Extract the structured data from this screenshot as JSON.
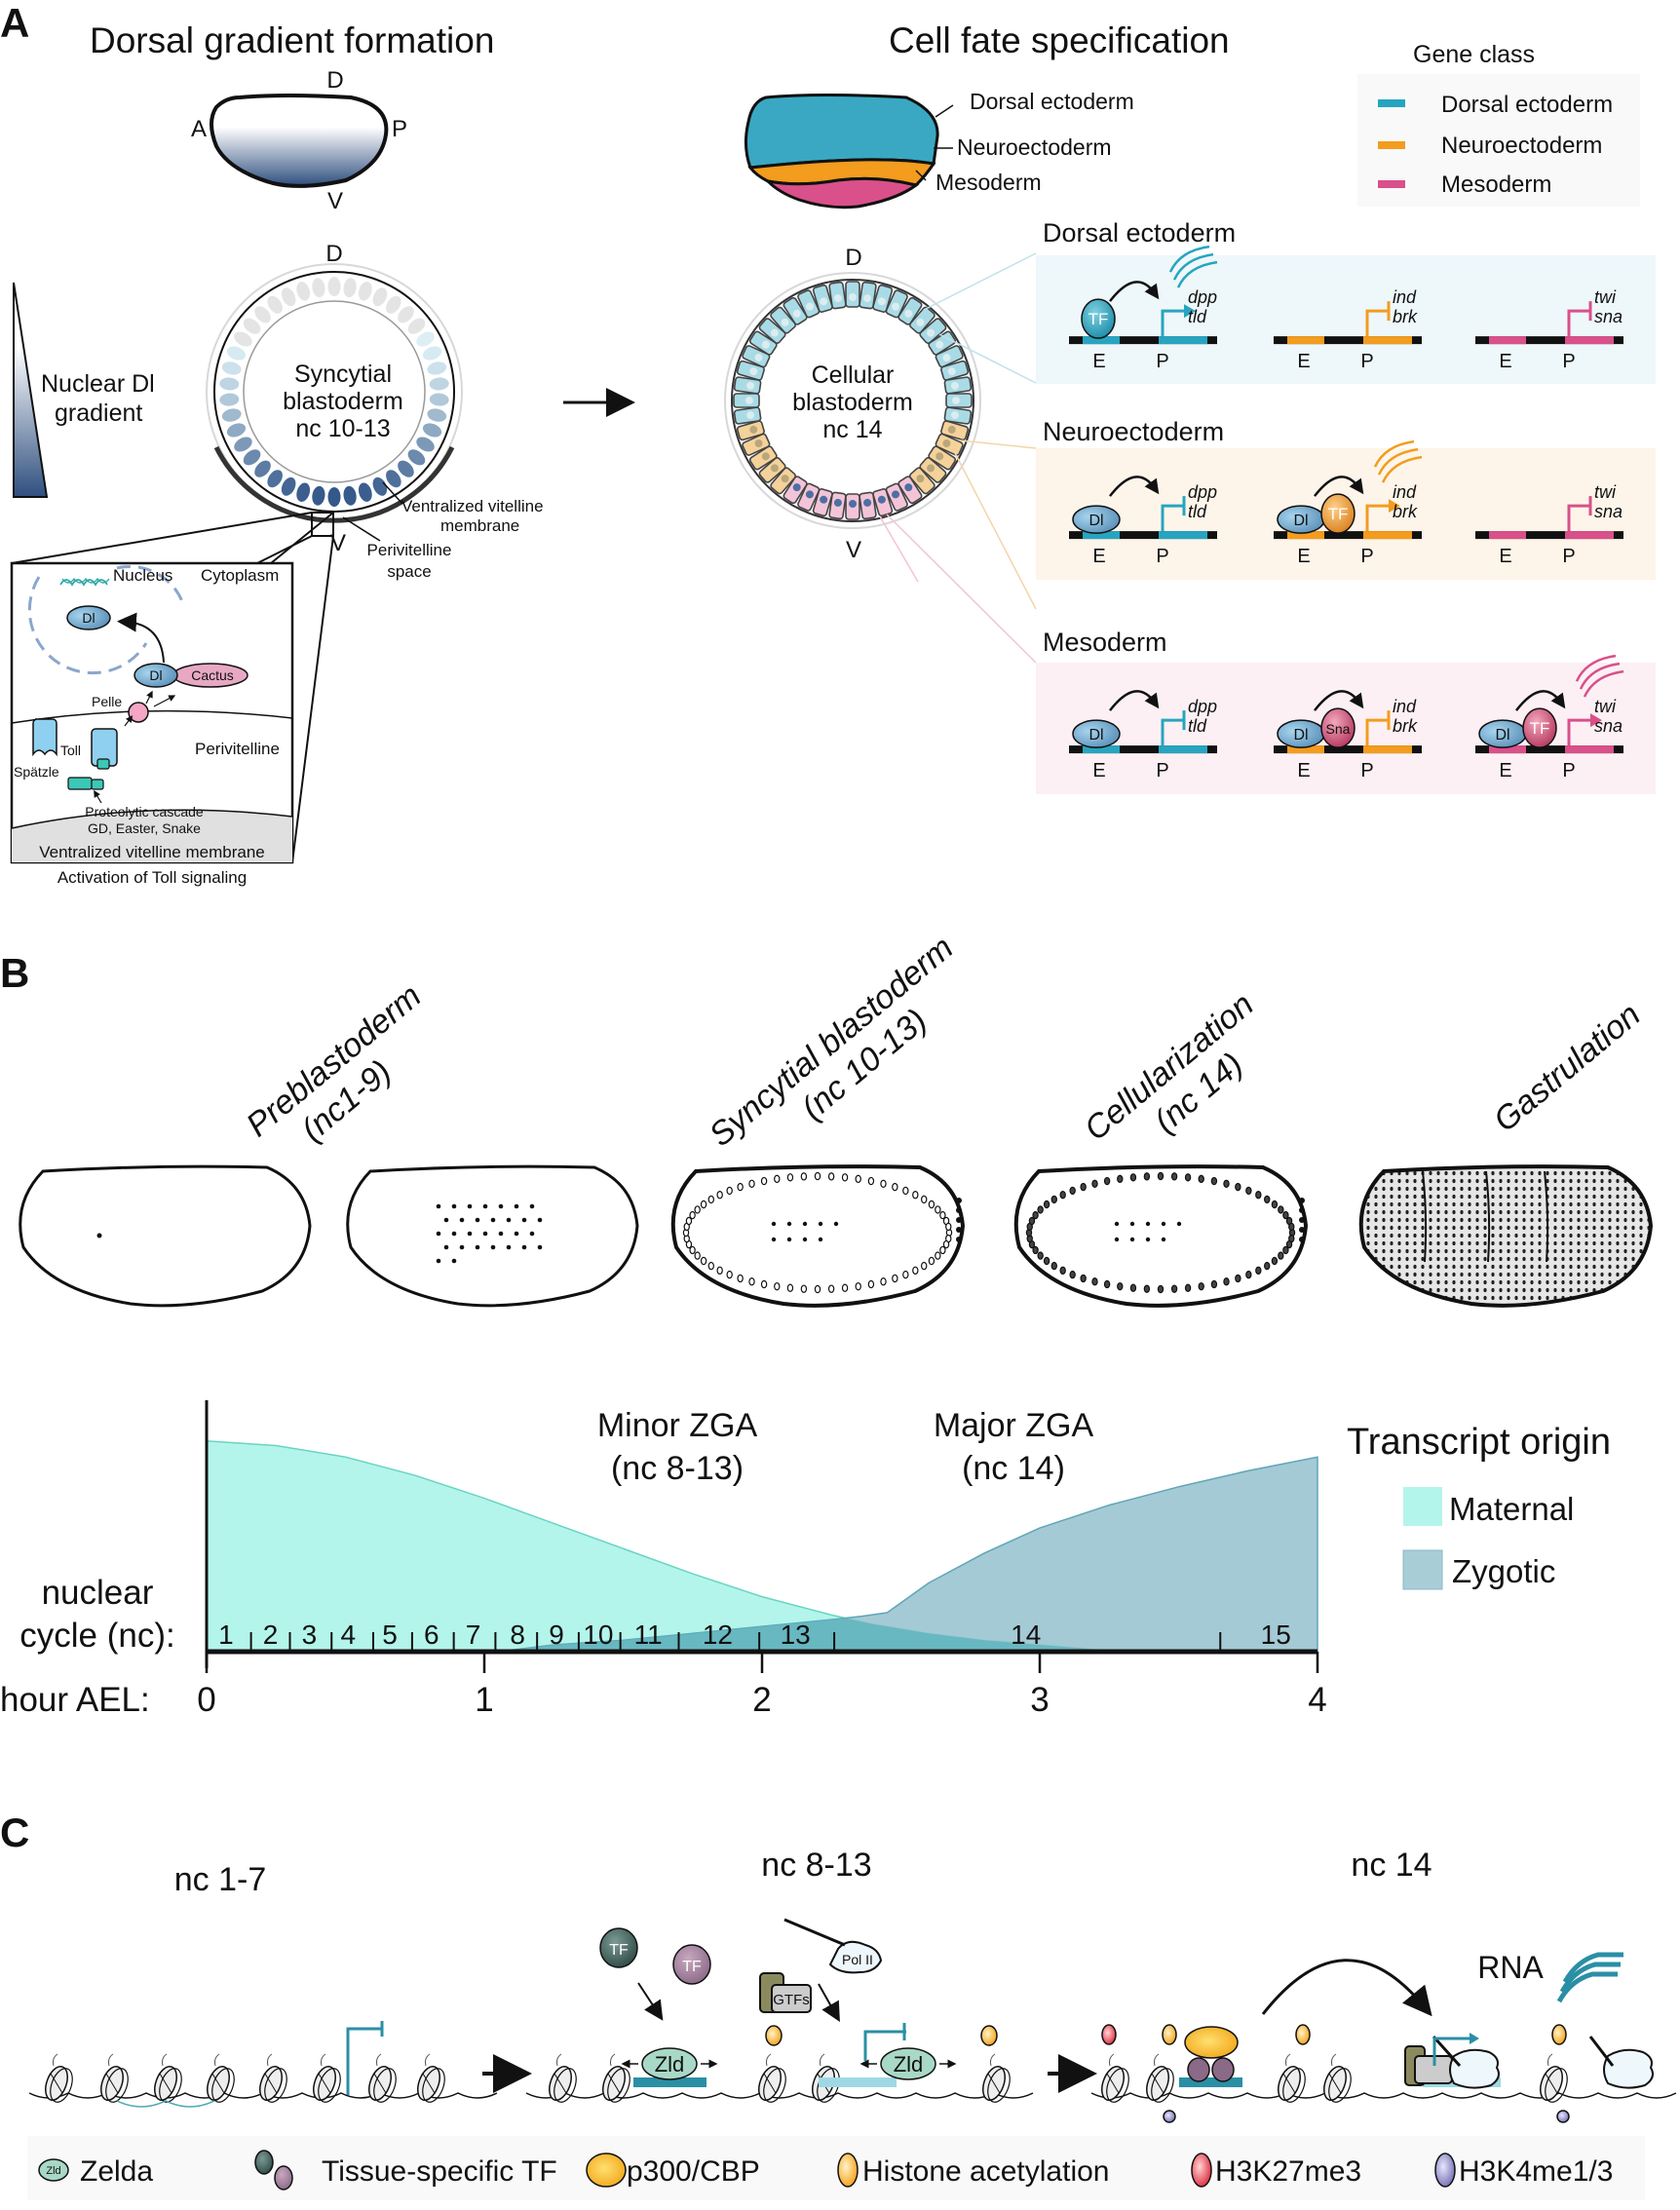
{
  "colors": {
    "dorsal_ectoderm": "#27a5c0",
    "neuroectoderm": "#f39c1e",
    "mesoderm": "#d9508a",
    "maternal": "#b3f5eb",
    "zygotic": "#9ac4d0",
    "overlap": "#5fb5bd",
    "dl_protein": "#6aaed6",
    "cactus": "#e7a9c4",
    "toll": "#8fd0f0",
    "spatzle": "#3cc7b6",
    "box_de": "#eef7fa",
    "box_ne": "#fdf5ea",
    "box_me": "#fcf0f4",
    "zelda": "#a8d8c6",
    "p300": "#f6b82b",
    "acetyl": "#f8b63a",
    "h3k27": "#e34d5b",
    "h3k4": "#8f8cc6"
  },
  "panelA": {
    "letter": "A",
    "left_title": "Dorsal gradient formation",
    "right_title": "Cell fate specification",
    "axes": {
      "d": "D",
      "v": "V",
      "a": "A",
      "p": "P"
    },
    "gradient_label": [
      "Nuclear Dl",
      "gradient"
    ],
    "syncytial_label": [
      "Syncytial",
      "blastoderm",
      "nc 10-13"
    ],
    "cellular_label": [
      "Cellular",
      "blastoderm",
      "nc 14"
    ],
    "vitelline_label": [
      "Ventralized vitelline",
      "membrane"
    ],
    "perivitelline_label": [
      "Perivitelline",
      "space"
    ],
    "embryo_labels": {
      "de": "Dorsal ectoderm",
      "ne": "Neuroectoderm",
      "me": "Mesoderm"
    },
    "inset": {
      "nucleus": "Nucleus",
      "cytoplasm": "Cytoplasm",
      "dl": "Dl",
      "cactus": "Cactus",
      "pelle": "Pelle",
      "toll": "Toll",
      "spatzle": "Spätzle",
      "perivitelline": "Perivitelline",
      "cascade": [
        "Proteolytic cascade",
        "GD, Easter, Snake"
      ],
      "membrane": "Ventralized vitelline membrane",
      "caption": "Activation of Toll signaling"
    },
    "legend": {
      "title": "Gene class",
      "items": [
        {
          "label": "Dorsal ectoderm",
          "color_key": "dorsal_ectoderm"
        },
        {
          "label": "Neuroectoderm",
          "color_key": "neuroectoderm"
        },
        {
          "label": "Mesoderm",
          "color_key": "mesoderm"
        }
      ]
    },
    "tissues": [
      {
        "title": "Dorsal ectoderm",
        "genes": [
          {
            "names": [
              "dpp",
              "tld"
            ],
            "class": "dorsal_ectoderm",
            "state": "active",
            "factors": [
              "TF"
            ]
          },
          {
            "names": [
              "ind",
              "brk"
            ],
            "class": "neuroectoderm",
            "state": "repressed",
            "factors": []
          },
          {
            "names": [
              "twi",
              "sna"
            ],
            "class": "mesoderm",
            "state": "repressed",
            "factors": []
          }
        ]
      },
      {
        "title": "Neuroectoderm",
        "genes": [
          {
            "names": [
              "dpp",
              "tld"
            ],
            "class": "dorsal_ectoderm",
            "state": "repressed",
            "factors": [
              "Dl"
            ]
          },
          {
            "names": [
              "ind",
              "brk"
            ],
            "class": "neuroectoderm",
            "state": "active",
            "factors": [
              "Dl",
              "TF"
            ]
          },
          {
            "names": [
              "twi",
              "sna"
            ],
            "class": "mesoderm",
            "state": "repressed",
            "factors": []
          }
        ]
      },
      {
        "title": "Mesoderm",
        "genes": [
          {
            "names": [
              "dpp",
              "tld"
            ],
            "class": "dorsal_ectoderm",
            "state": "repressed",
            "factors": [
              "Dl"
            ]
          },
          {
            "names": [
              "ind",
              "brk"
            ],
            "class": "neuroectoderm",
            "state": "repressed",
            "factors": [
              "Dl",
              "Sna"
            ]
          },
          {
            "names": [
              "twi",
              "sna"
            ],
            "class": "mesoderm",
            "state": "active",
            "factors": [
              "Dl",
              "TF"
            ]
          }
        ]
      }
    ],
    "enhancer_label": "E",
    "promoter_label": "P"
  },
  "panelB": {
    "letter": "B",
    "stages": [
      {
        "label": [
          "Preblastoderm",
          "(nc1-9)"
        ]
      },
      {
        "label": [
          "Syncytial blastoderm",
          "(nc 10-13)"
        ]
      },
      {
        "label": [
          "Cellularization",
          "(nc 14)"
        ]
      },
      {
        "label": [
          "Gastrulation"
        ]
      }
    ],
    "chart_data": {
      "type": "area",
      "title": "",
      "annotations": [
        {
          "text": [
            "Minor ZGA",
            "(nc 8-13)"
          ],
          "x_hours": 1.7
        },
        {
          "text": [
            "Major ZGA",
            "(nc 14)"
          ],
          "x_hours": 2.9
        }
      ],
      "xlabel": "hour AEL:",
      "x_ticks": [
        0,
        1,
        2,
        3,
        4
      ],
      "xlim": [
        0,
        4
      ],
      "ylim": [
        0,
        1
      ],
      "nc_axis_label": [
        "nuclear",
        "cycle (nc):"
      ],
      "nc_labels": [
        {
          "nc": "1",
          "x": 0.07
        },
        {
          "nc": "2",
          "x": 0.23
        },
        {
          "nc": "3",
          "x": 0.37
        },
        {
          "nc": "4",
          "x": 0.51
        },
        {
          "nc": "5",
          "x": 0.66
        },
        {
          "nc": "6",
          "x": 0.81
        },
        {
          "nc": "7",
          "x": 0.96
        },
        {
          "nc": "8",
          "x": 1.12
        },
        {
          "nc": "9",
          "x": 1.26
        },
        {
          "nc": "10",
          "x": 1.41
        },
        {
          "nc": "11",
          "x": 1.59
        },
        {
          "nc": "12",
          "x": 1.84
        },
        {
          "nc": "13",
          "x": 2.12
        },
        {
          "nc": "14",
          "x": 2.95
        },
        {
          "nc": "15",
          "x": 3.85
        }
      ],
      "nc_ticks": [
        0.16,
        0.3,
        0.45,
        0.6,
        0.74,
        0.89,
        1.04,
        1.19,
        1.34,
        1.49,
        1.7,
        1.99,
        2.26,
        3.65
      ],
      "legend": {
        "title": "Transcript origin",
        "placement": "right"
      },
      "series": [
        {
          "name": "Maternal",
          "color_key": "maternal",
          "x": [
            0,
            0.25,
            0.5,
            0.75,
            1.0,
            1.25,
            1.5,
            1.75,
            2.0,
            2.25,
            2.4,
            2.6,
            2.8,
            3.0,
            3.2,
            3.4
          ],
          "y": [
            0.92,
            0.9,
            0.85,
            0.77,
            0.67,
            0.56,
            0.45,
            0.34,
            0.24,
            0.16,
            0.12,
            0.08,
            0.05,
            0.03,
            0.01,
            0.0
          ]
        },
        {
          "name": "Zygotic",
          "color_key": "zygotic",
          "x": [
            1.05,
            1.25,
            1.5,
            1.75,
            2.0,
            2.25,
            2.36,
            2.45,
            2.6,
            2.8,
            3.0,
            3.25,
            3.5,
            3.75,
            4.0
          ],
          "y": [
            0.0,
            0.03,
            0.05,
            0.08,
            0.11,
            0.14,
            0.155,
            0.17,
            0.3,
            0.43,
            0.54,
            0.64,
            0.72,
            0.79,
            0.85
          ]
        }
      ]
    }
  },
  "panelC": {
    "letter": "C",
    "stages": [
      "nc 1-7",
      "nc 8-13",
      "nc 14"
    ],
    "tf_label": "TF",
    "zld_label": "Zld",
    "polii_label": "Pol II",
    "gtf_label": "GTFs",
    "rna_label": "RNA",
    "legend": [
      {
        "label": "Zelda",
        "icon": "zelda-icon"
      },
      {
        "label": "Tissue-specific TF",
        "icon": "tf-icon"
      },
      {
        "label": "p300/CBP",
        "icon": "p300-icon"
      },
      {
        "label": "Histone acetylation",
        "icon": "acetylation-icon"
      },
      {
        "label": "H3K27me3",
        "icon": "h3k27me3-icon"
      },
      {
        "label": "H3K4me1/3",
        "icon": "h3k4me-icon"
      }
    ]
  }
}
